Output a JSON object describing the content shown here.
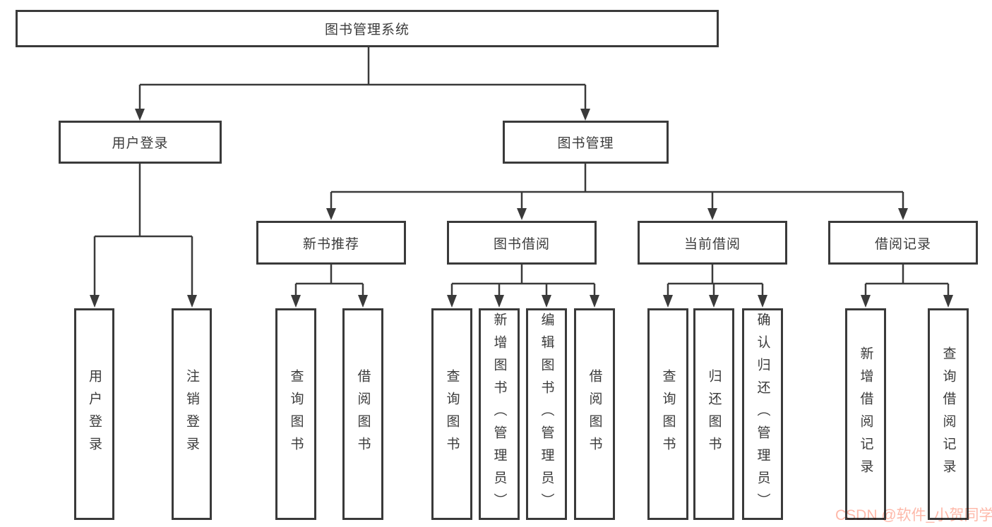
{
  "diagram": {
    "root": {
      "label": "图书管理系统"
    },
    "branches": [
      {
        "label": "用户登录",
        "children": [
          {
            "label": "用户登录"
          },
          {
            "label": "注销登录"
          }
        ]
      },
      {
        "label": "图书管理",
        "children": [
          {
            "label": "新书推荐",
            "children": [
              {
                "label": "查询图书"
              },
              {
                "label": "借阅图书"
              }
            ]
          },
          {
            "label": "图书借阅",
            "children": [
              {
                "label": "查询图书"
              },
              {
                "label": "新增图书（管理员）"
              },
              {
                "label": "编辑图书（管理员）"
              },
              {
                "label": "借阅图书"
              }
            ]
          },
          {
            "label": "当前借阅",
            "children": [
              {
                "label": "查询图书"
              },
              {
                "label": "归还图书"
              },
              {
                "label": "确认归还（管理员）"
              }
            ]
          },
          {
            "label": "借阅记录",
            "children": [
              {
                "label": "新增借阅记录"
              },
              {
                "label": "查询借阅记录"
              }
            ]
          }
        ]
      }
    ]
  },
  "watermark": {
    "text": "CSDN @软件_小贺同学",
    "color": "#fc5531"
  },
  "colors": {
    "line": "#3a3a3a",
    "box_border": "#3a3a3a",
    "box_bg": "#ffffff",
    "text": "#3b3b3b"
  }
}
